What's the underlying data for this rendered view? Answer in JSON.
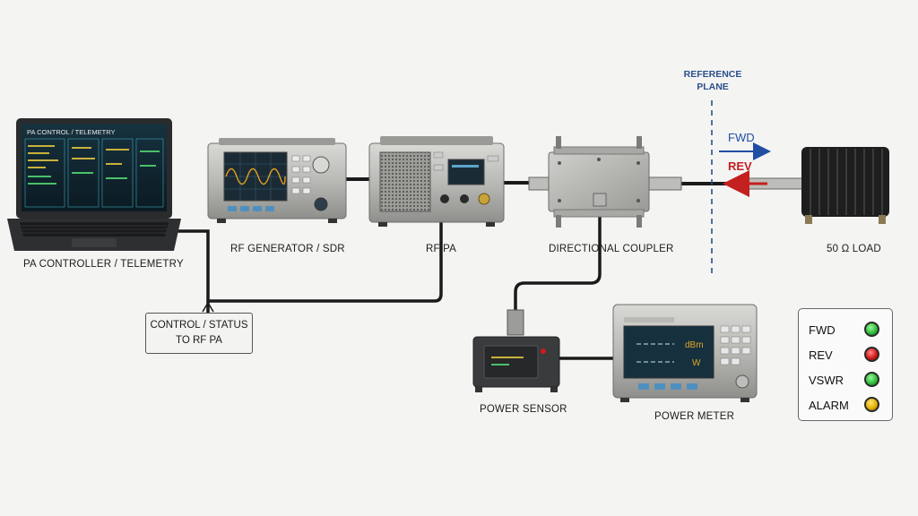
{
  "devices": {
    "controller": "PA CONTROLLER / TELEMETRY",
    "generator": "RF GENERATOR / SDR",
    "pa": "RF PA",
    "coupler": "DIRECTIONAL COUPLER",
    "load": "50 Ω LOAD",
    "sensor": "POWER SENSOR",
    "meter": "POWER METER"
  },
  "laptop_screen_title": "PA CONTROL / TELEMETRY",
  "control_box": {
    "line1": "CONTROL / STATUS",
    "line2": "TO RF PA"
  },
  "reference_plane": {
    "line1": "REFERENCE",
    "line2": "PLANE"
  },
  "arrows": {
    "fwd": "FWD",
    "rev": "REV"
  },
  "meter_units": {
    "power_dbm": "dBm",
    "power_w": "W"
  },
  "status_panel": [
    {
      "name": "FWD",
      "color": "#2fbf3a"
    },
    {
      "name": "REV",
      "color": "#d11a1a"
    },
    {
      "name": "VSWR",
      "color": "#2fbf3a"
    },
    {
      "name": "ALARM",
      "color": "#e6b000"
    }
  ],
  "colors": {
    "fwd": "#1f4ea3",
    "rev": "#c42020",
    "ref_plane": "#2b4f8a"
  }
}
